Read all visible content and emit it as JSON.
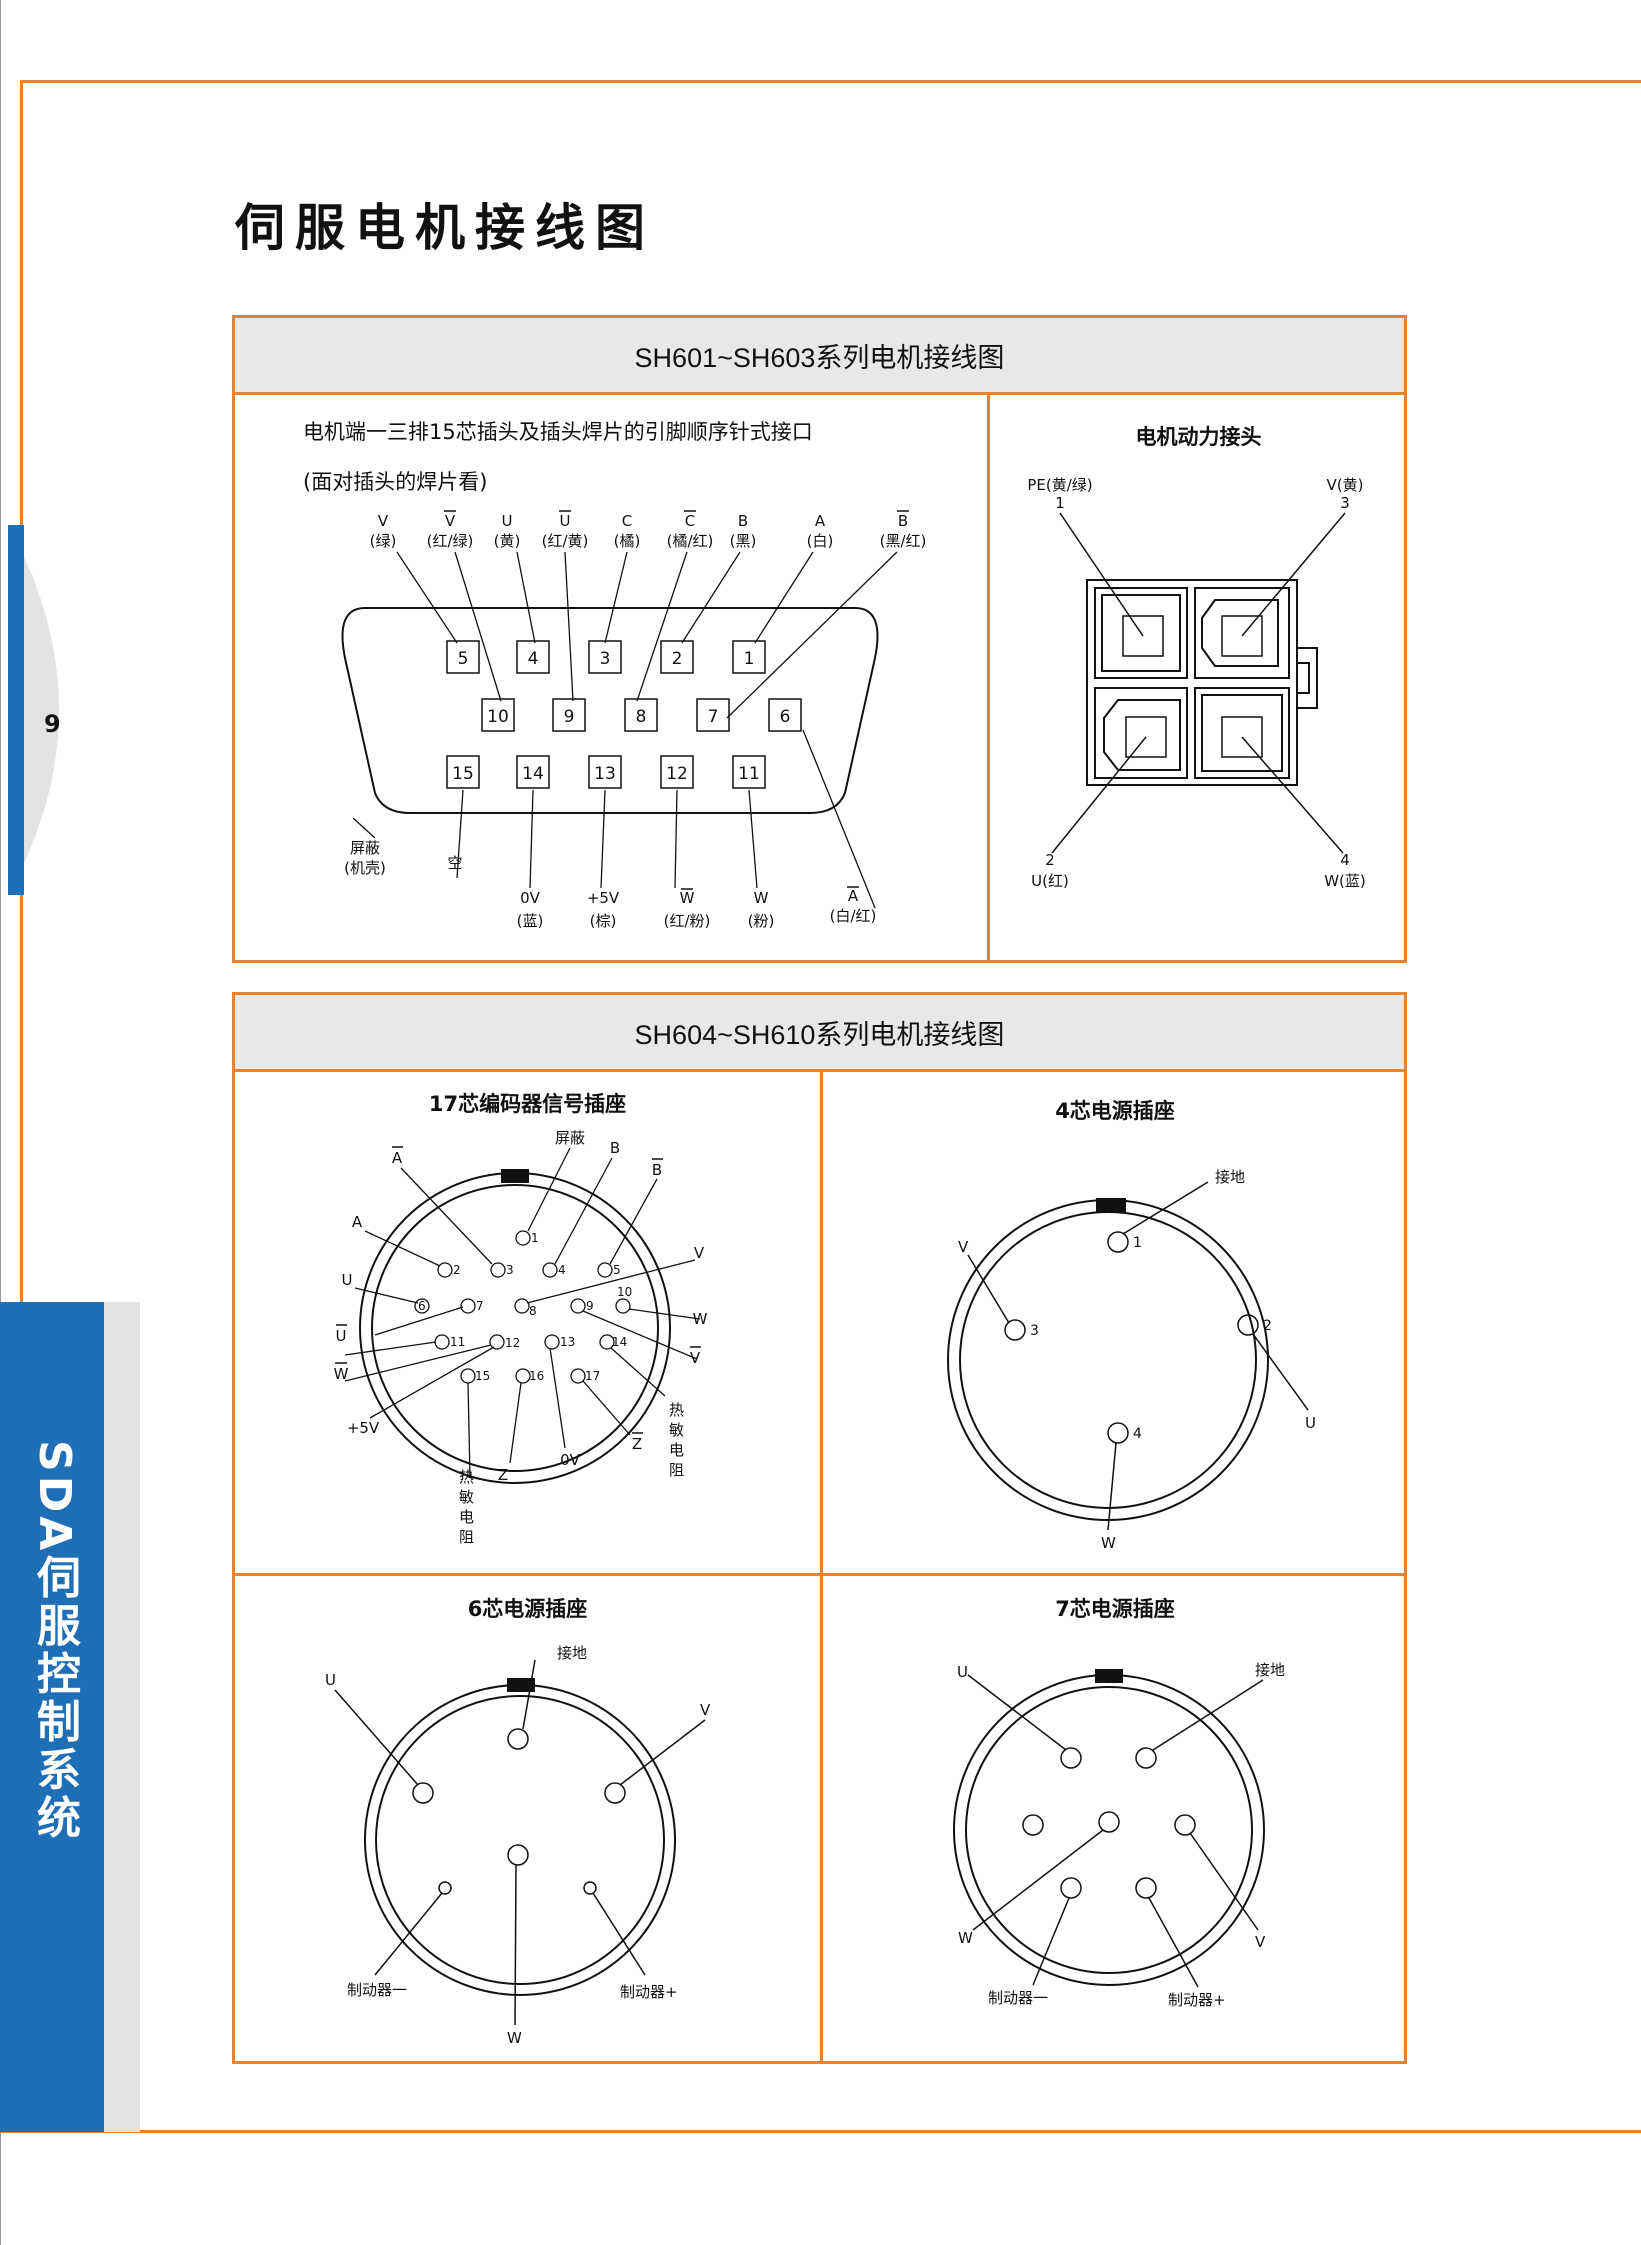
{
  "page": {
    "title": "伺服电机接线图",
    "page_number": "9",
    "side_label": "SDA伺服控制系统"
  },
  "panel1": {
    "header": "SH601~SH603系列电机接线图",
    "left": {
      "desc1": "电机端一三排15芯插头及插头焊片的引脚顺序针式接口",
      "desc2": "(面对插头的焊片看)",
      "top_labels": [
        {
          "sig": "V",
          "color": "(绿)"
        },
        {
          "sig": "V",
          "color": "(红/绿)"
        },
        {
          "sig": "U",
          "color": "(黄)"
        },
        {
          "sig": "U",
          "color": "(红/黄)"
        },
        {
          "sig": "C",
          "color": "(橘)"
        },
        {
          "sig": "C",
          "color": "(橘/红)"
        },
        {
          "sig": "B",
          "color": "(黑)"
        },
        {
          "sig": "A",
          "color": "(白)"
        },
        {
          "sig": "B",
          "color": "(黑/红)"
        }
      ],
      "pins_row1": [
        "5",
        "4",
        "3",
        "2",
        "1"
      ],
      "pins_row2": [
        "10",
        "9",
        "8",
        "7",
        "6"
      ],
      "pins_row3": [
        "15",
        "14",
        "13",
        "12",
        "11"
      ],
      "bottom_labels": [
        {
          "sig": "屏蔽",
          "color": "(机壳)"
        },
        {
          "sig": "空",
          "color": ""
        },
        {
          "sig": "0V",
          "color": "(蓝)"
        },
        {
          "sig": "+5V",
          "color": "(棕)"
        },
        {
          "sig": "W",
          "color": "(红/粉)"
        },
        {
          "sig": "W",
          "color": "(粉)"
        },
        {
          "sig": "A",
          "color": "(白/红)"
        }
      ]
    },
    "right": {
      "title": "电机动力接头",
      "pe_label": "PE(黄/绿)",
      "pe_num": "1",
      "v_label": "V(黄)",
      "v_num": "3",
      "u_num": "2",
      "u_label": "U(红)",
      "w_num": "4",
      "w_label": "W(蓝)"
    }
  },
  "panel2": {
    "header": "SH604~SH610系列电机接线图",
    "enc17": {
      "title": "17芯编码器信号插座",
      "pins": [
        "1",
        "2",
        "3",
        "4",
        "5",
        "6",
        "7",
        "8",
        "9",
        "10",
        "11",
        "12",
        "13",
        "14",
        "15",
        "16",
        "17"
      ],
      "labels": {
        "shield": "屏蔽",
        "a_bar": "A",
        "b": "B",
        "b_bar": "B",
        "a": "A",
        "v": "V",
        "u": "U",
        "w": "W",
        "u_bar": "U",
        "v_bar": "V",
        "w_bar": "W",
        "p5v": "+5V",
        "thermistor1": "热敏电阻",
        "z": "Z",
        "zero_v": "0V",
        "z_bar": "Z",
        "thermistor2": "热敏电阻"
      }
    },
    "pow4": {
      "title": "4芯电源插座",
      "pins": [
        "1",
        "2",
        "3",
        "4"
      ],
      "ground": "接地",
      "v": "V",
      "u": "U",
      "w": "W"
    },
    "pow6": {
      "title": "6芯电源插座",
      "ground": "接地",
      "u": "U",
      "v": "V",
      "w": "W",
      "brake_minus": "制动器一",
      "brake_plus": "制动器+"
    },
    "pow7": {
      "title": "7芯电源插座",
      "ground": "接地",
      "u": "U",
      "v": "V",
      "w": "W",
      "brake_minus": "制动器一",
      "brake_plus": "制动器+"
    }
  }
}
